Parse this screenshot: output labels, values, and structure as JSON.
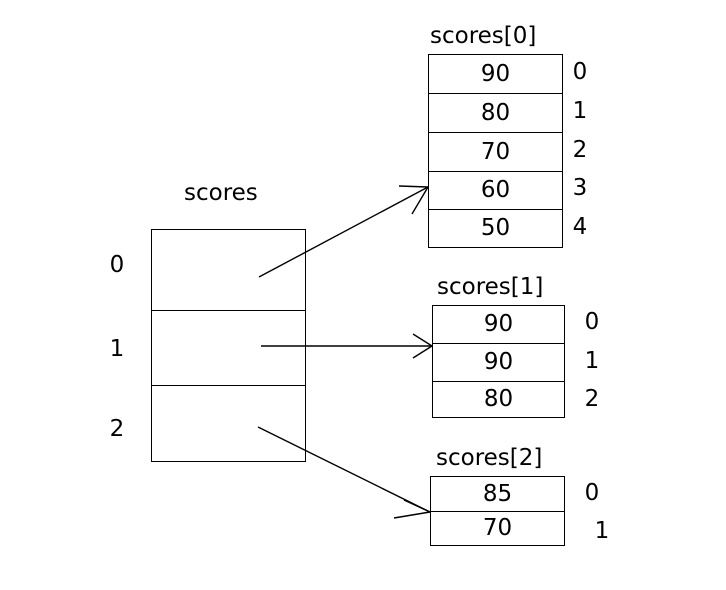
{
  "diagram": {
    "title_outer": "scores",
    "background_color": "#ffffff",
    "line_color": "#000000"
  },
  "outer_array": {
    "name": "scores",
    "label": "scores",
    "indices": [
      "0",
      "1",
      "2"
    ],
    "cells": [
      "",
      "",
      ""
    ]
  },
  "inner_arrays": [
    {
      "name": "scores[0]",
      "label": "scores[0]",
      "values": [
        "90",
        "80",
        "70",
        "60",
        "50"
      ],
      "indices": [
        "0",
        "1",
        "2",
        "3",
        "4"
      ]
    },
    {
      "name": "scores[1]",
      "label": "scores[1]",
      "values": [
        "90",
        "90",
        "80"
      ],
      "indices": [
        "0",
        "1",
        "2"
      ]
    },
    {
      "name": "scores[2]",
      "label": "scores[2]",
      "values": [
        "85",
        "70"
      ],
      "indices": [
        "0",
        "1"
      ]
    }
  ]
}
